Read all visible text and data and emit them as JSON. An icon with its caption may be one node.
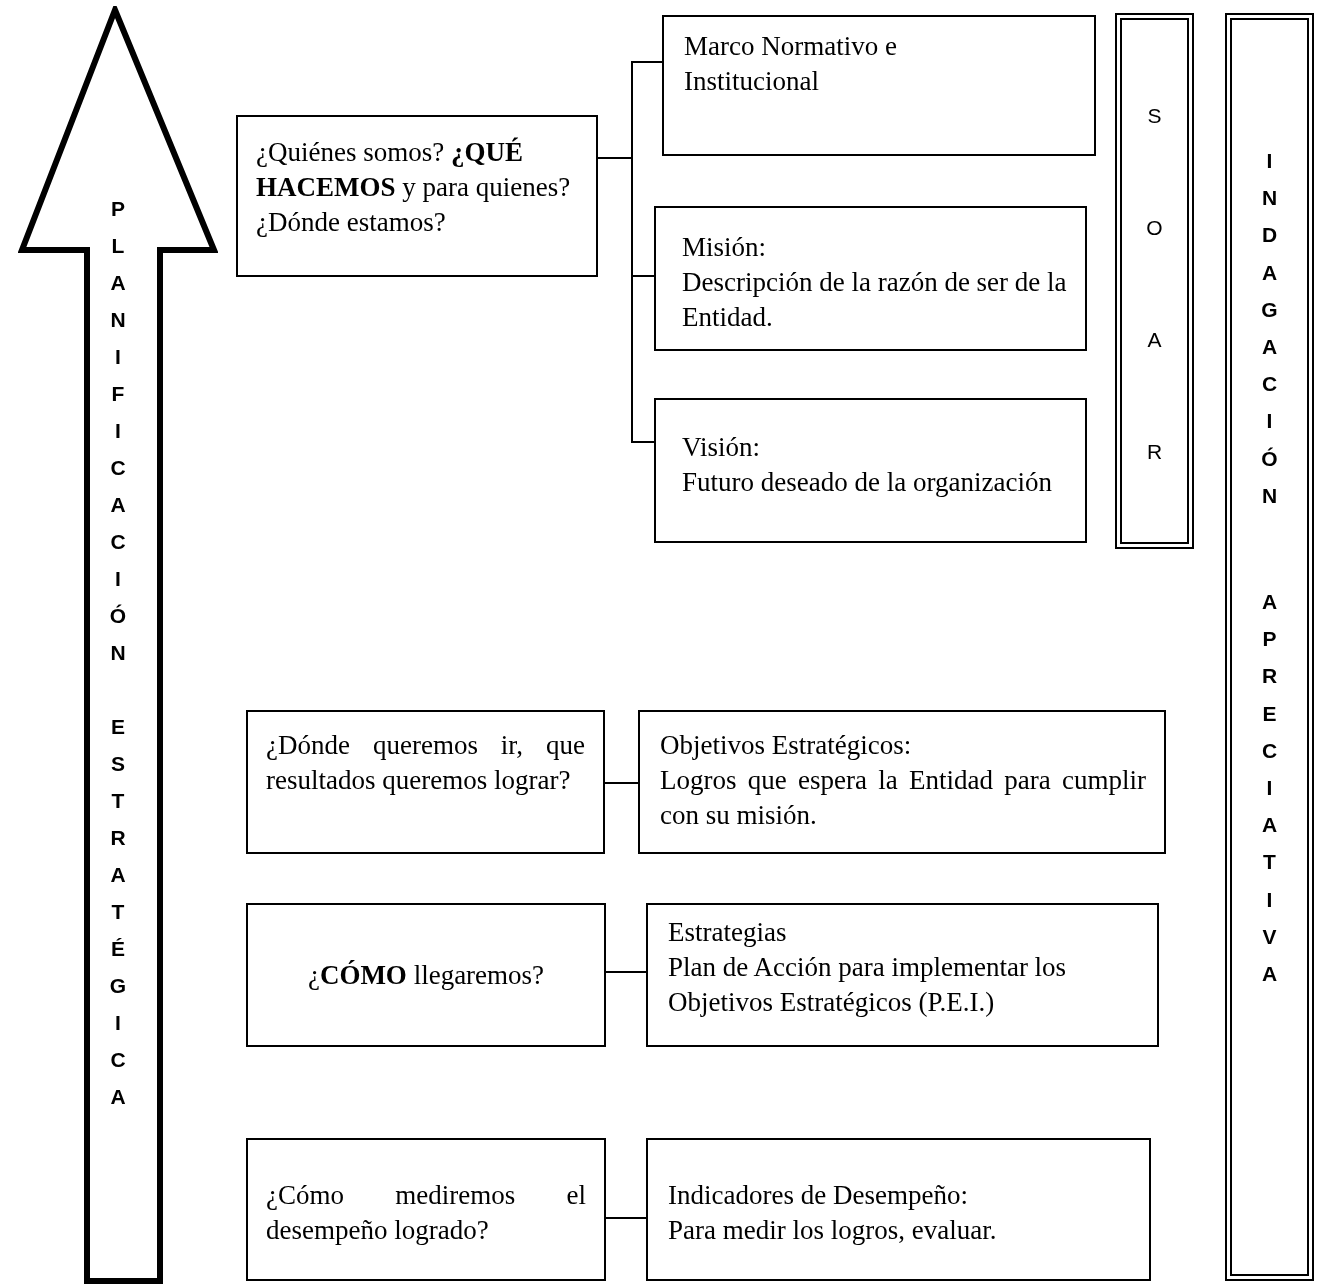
{
  "diagram": {
    "nodes": [
      {
        "text": [
          "PLANIFICACIÓN ESTRATÉGICA"
        ]
      },
      {
        "text": [
          "¿Quiénes somos? **¿QUÉ HACEMOS** y para quienes? ¿Dónde estamos?"
        ]
      },
      {
        "text": [
          "Marco Normativo e Institucional"
        ]
      },
      {
        "text": [
          "Misión:",
          "Descripción de la razón de ser de la Entidad."
        ]
      },
      {
        "text": [
          "Visión:",
          "Futuro deseado de la organización"
        ]
      },
      {
        "text": [
          "S",
          "O",
          "A",
          "R"
        ]
      },
      {
        "text": [
          "INDAGACIÓN",
          "APRECIATIVA"
        ]
      },
      {
        "text": [
          "¿Dónde queremos ir, que resultados queremos lograr?"
        ]
      },
      {
        "text": [
          "Objetivos Estratégicos:",
          "Logros que espera la Entidad para cumplir con su misión."
        ]
      },
      {
        "text": [
          "¿**CÓMO** llegaremos?"
        ]
      },
      {
        "text": [
          "Estrategias",
          "Plan de Acción para implementar los Objetivos Estratégicos (P.E.I.)"
        ]
      },
      {
        "text": [
          "¿Cómo mediremos el desempeño logrado?"
        ]
      },
      {
        "text": [
          "Indicadores de Desempeño:",
          "Para medir los logros, evaluar."
        ]
      }
    ],
    "edges": [
      {
        "from": 1,
        "to": 2,
        "arrow": "none"
      },
      {
        "from": 1,
        "to": 3,
        "arrow": "none"
      },
      {
        "from": 1,
        "to": 4,
        "arrow": "none"
      },
      {
        "from": 7,
        "to": 8,
        "arrow": "none"
      },
      {
        "from": 9,
        "to": 10,
        "arrow": "none"
      },
      {
        "from": 11,
        "to": 12,
        "arrow": "none"
      }
    ]
  }
}
